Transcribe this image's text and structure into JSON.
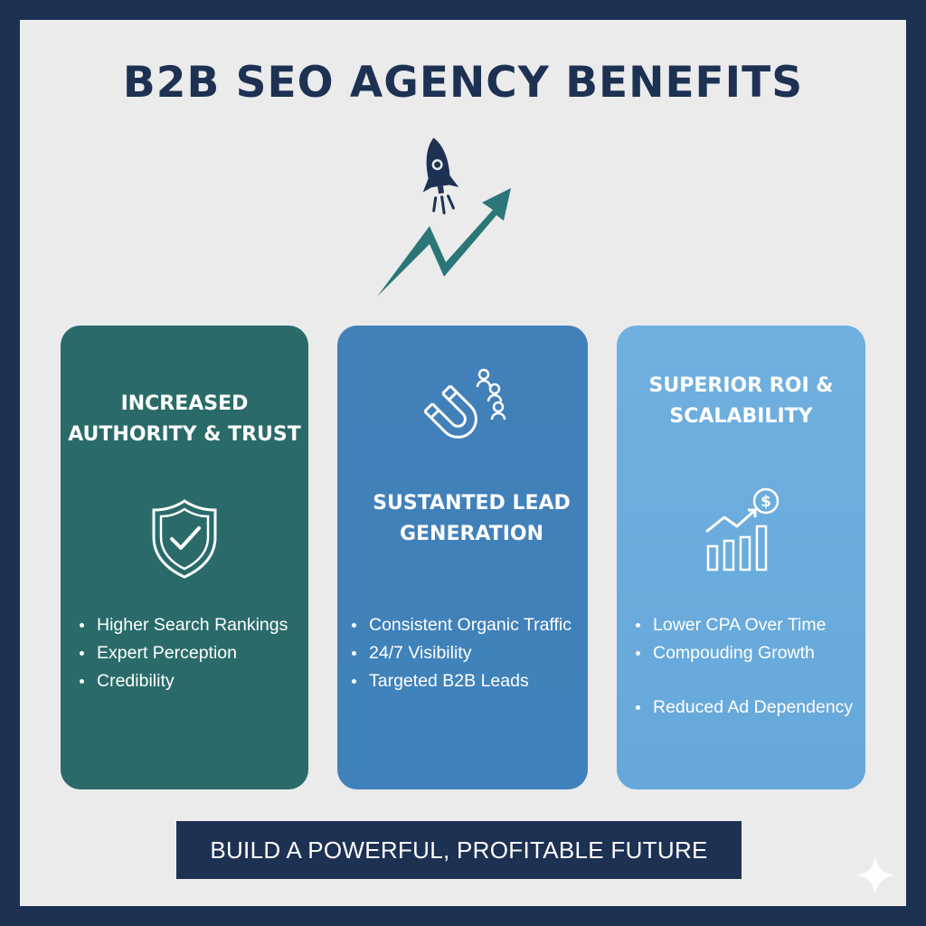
{
  "title": "B2B SEO AGENCY BENEFITS",
  "hero": {
    "icon": "rocket-growth-arrow-icon"
  },
  "colors": {
    "navy": "#1d3153",
    "teal": "#2a6b6a",
    "blue": "#4280b9",
    "light_blue": "#6fb0e0",
    "arrow_teal": "#2b7677",
    "background": "#ebebec"
  },
  "cards": [
    {
      "heading": "INCREASED AUTHORITY & TRUST",
      "icon": "shield-check-icon",
      "bullets": [
        "Higher Search Rankings",
        "Expert Perception",
        "Credibility"
      ]
    },
    {
      "heading": "SUSTANTED LEAD GENERATION",
      "icon": "magnet-people-icon",
      "bullets": [
        "Consistent Organic Traffic",
        "24/7 Visibility",
        "Targeted B2B Leads"
      ]
    },
    {
      "heading": "SUPERIOR ROI & SCALABILITY",
      "icon": "growth-chart-dollar-icon",
      "bullets": [
        "Lower CPA Over Time",
        "Compouding Growth",
        "Reduced Ad Dependency"
      ]
    }
  ],
  "cta": "BUILD A POWERFUL, PROFITABLE FUTURE",
  "watermark": "sparkle-icon"
}
